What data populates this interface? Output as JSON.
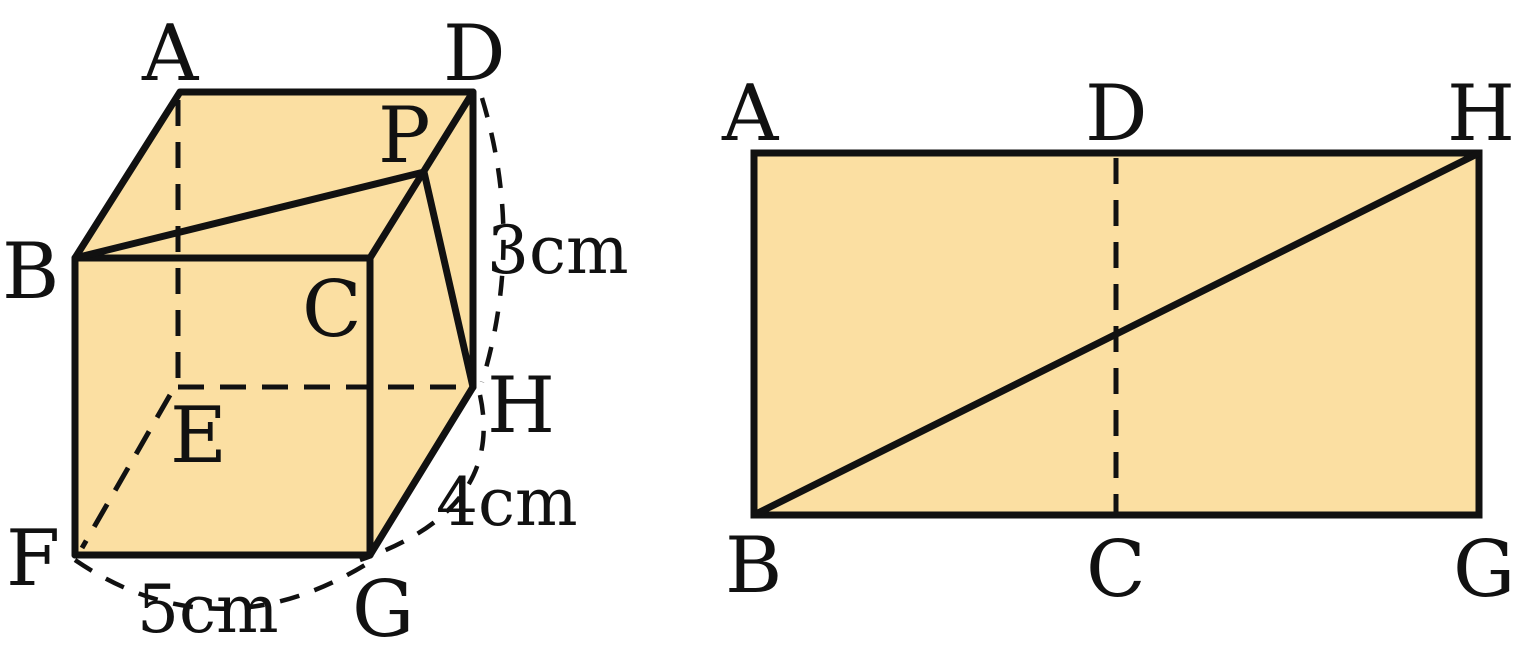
{
  "fill_color": "#FBDFA2",
  "stroke_color": "#111111",
  "cuboid": {
    "labels": {
      "A": "A",
      "B": "B",
      "C": "C",
      "D": "D",
      "E": "E",
      "F": "F",
      "G": "G",
      "H": "H",
      "P": "P"
    },
    "dims": {
      "height": "3cm",
      "depth": "4cm",
      "width": "5cm"
    }
  },
  "net": {
    "labels": {
      "A": "A",
      "D": "D",
      "H": "H",
      "B": "B",
      "C": "C",
      "G": "G"
    }
  }
}
